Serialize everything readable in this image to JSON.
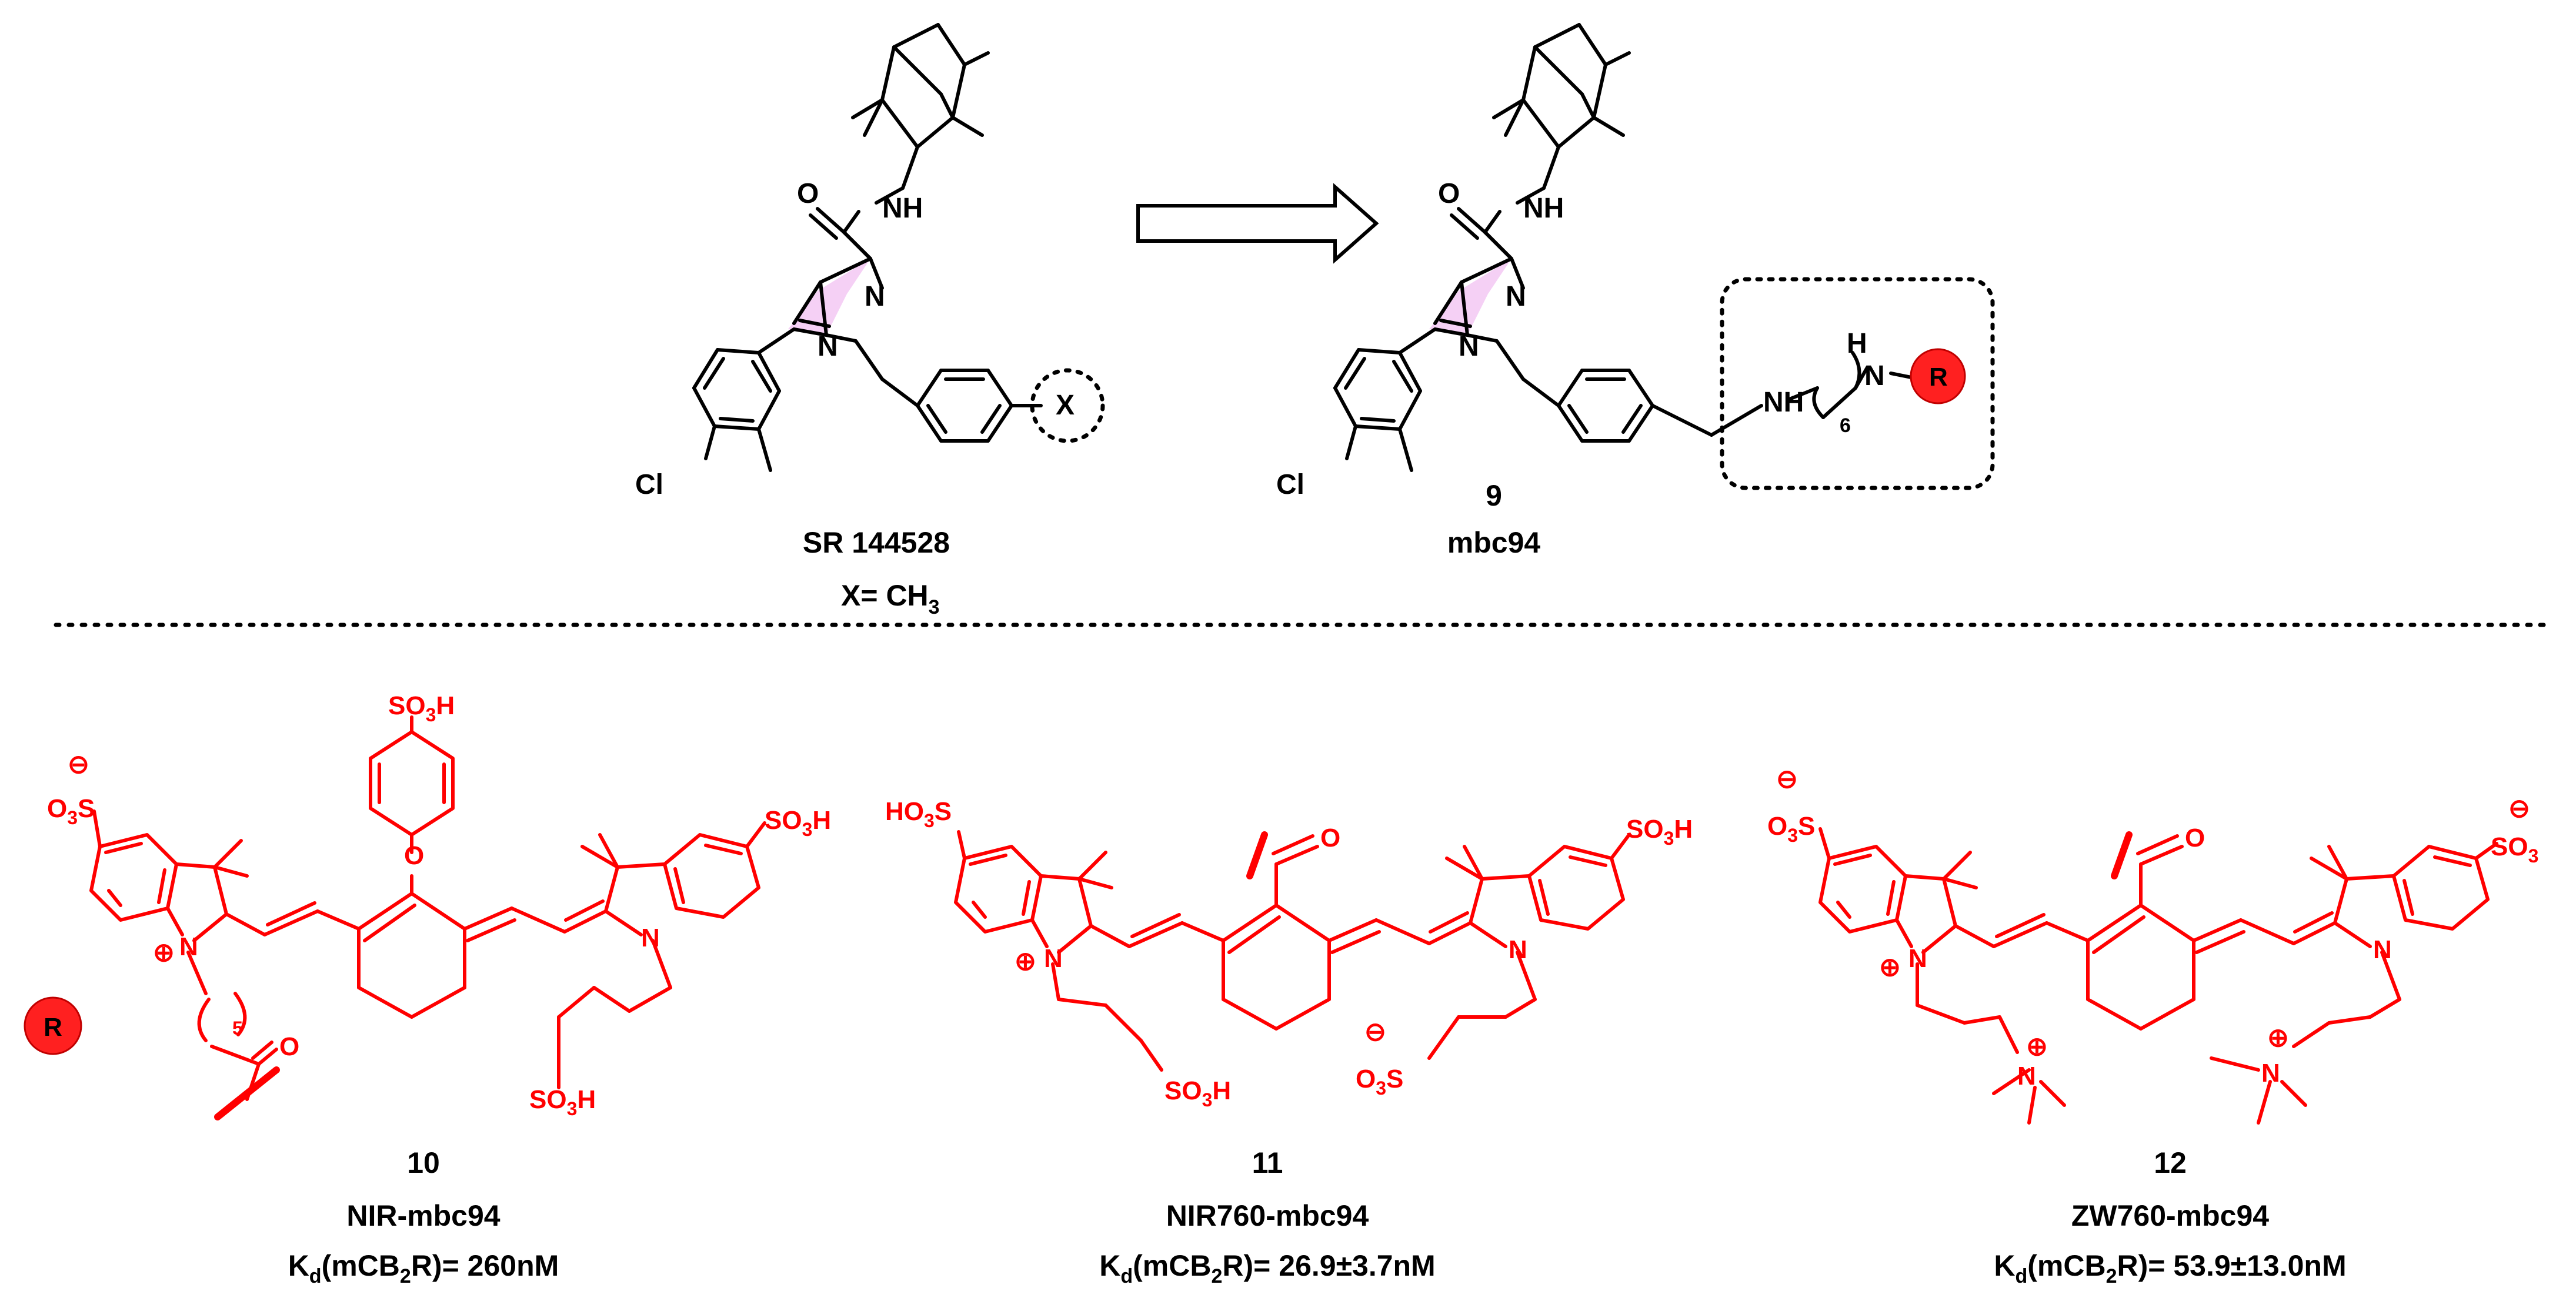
{
  "colors": {
    "bond": "#000000",
    "dye": "#ff0000",
    "pyrazole_fill": "#f5d0f5",
    "r_ball": "#ff2020"
  },
  "top": {
    "parent": {
      "name": "SR 144528",
      "x_label": "X= CH",
      "x_sub": "3",
      "cl": "Cl",
      "o": "O",
      "nh": "NH",
      "n1": "N",
      "n2": "N",
      "x": "X"
    },
    "derivative": {
      "number": "9",
      "name": "mbc94",
      "cl": "Cl",
      "o": "O",
      "nh": "NH",
      "n1": "N",
      "n2": "N",
      "h_top": "H",
      "n_top": "N",
      "r": "R",
      "nh_mid": "NH",
      "chain_count": "6"
    }
  },
  "r_legend": "R",
  "dyes": [
    {
      "number": "10",
      "name": "NIR-mbc94",
      "kd_prefix": "K",
      "kd_sub": "d",
      "kd_mid": "(mCB",
      "kd_sub2": "2",
      "kd_suffix": "R)= 260nM",
      "so3_left": "O",
      "so3_left_sub": "3",
      "s_left": "S",
      "so3h_top": "SO",
      "so3h_top_sub": "3",
      "so3h_top_h": "H",
      "so3h_right": "SO",
      "so3h_right_sub": "3",
      "so3h_right_h": "H",
      "so3h_bottom": "SO",
      "so3h_bottom_sub": "3",
      "so3h_bottom_h": "H",
      "n_left": "N",
      "n_right": "N",
      "o_ether": "O",
      "o_carbonyl": "O",
      "chain_count": "5",
      "minus": "⊖",
      "plus": "⊕"
    },
    {
      "number": "11",
      "name": "NIR760-mbc94",
      "kd_prefix": "K",
      "kd_sub": "d",
      "kd_mid": "(mCB",
      "kd_sub2": "2",
      "kd_suffix": "R)= 26.9±3.7nM",
      "ho3s": "HO",
      "ho3s_sub": "3",
      "ho3s_s": "S",
      "so3h_right": "SO",
      "so3h_right_sub": "3",
      "so3h_right_h": "H",
      "so3h_bottom": "SO",
      "so3h_bottom_sub": "3",
      "so3h_bottom_h": "H",
      "o3s": "O",
      "o3s_sub": "3",
      "o3s_s": "S",
      "n_left": "N",
      "n_right": "N",
      "o_carbonyl": "O",
      "minus": "⊖",
      "plus": "⊕"
    },
    {
      "number": "12",
      "name": "ZW760-mbc94",
      "kd_prefix": "K",
      "kd_sub": "d",
      "kd_mid": "(mCB",
      "kd_sub2": "2",
      "kd_suffix": "R)= 53.9±13.0nM",
      "o3s_left": "O",
      "o3s_left_sub": "3",
      "o3s_left_s": "S",
      "so3_right": "SO",
      "so3_right_sub": "3",
      "n_left": "N",
      "n_right": "N",
      "n_amm1": "N",
      "n_amm2": "N",
      "o_carbonyl": "O",
      "minus": "⊖",
      "plus": "⊕"
    }
  ]
}
